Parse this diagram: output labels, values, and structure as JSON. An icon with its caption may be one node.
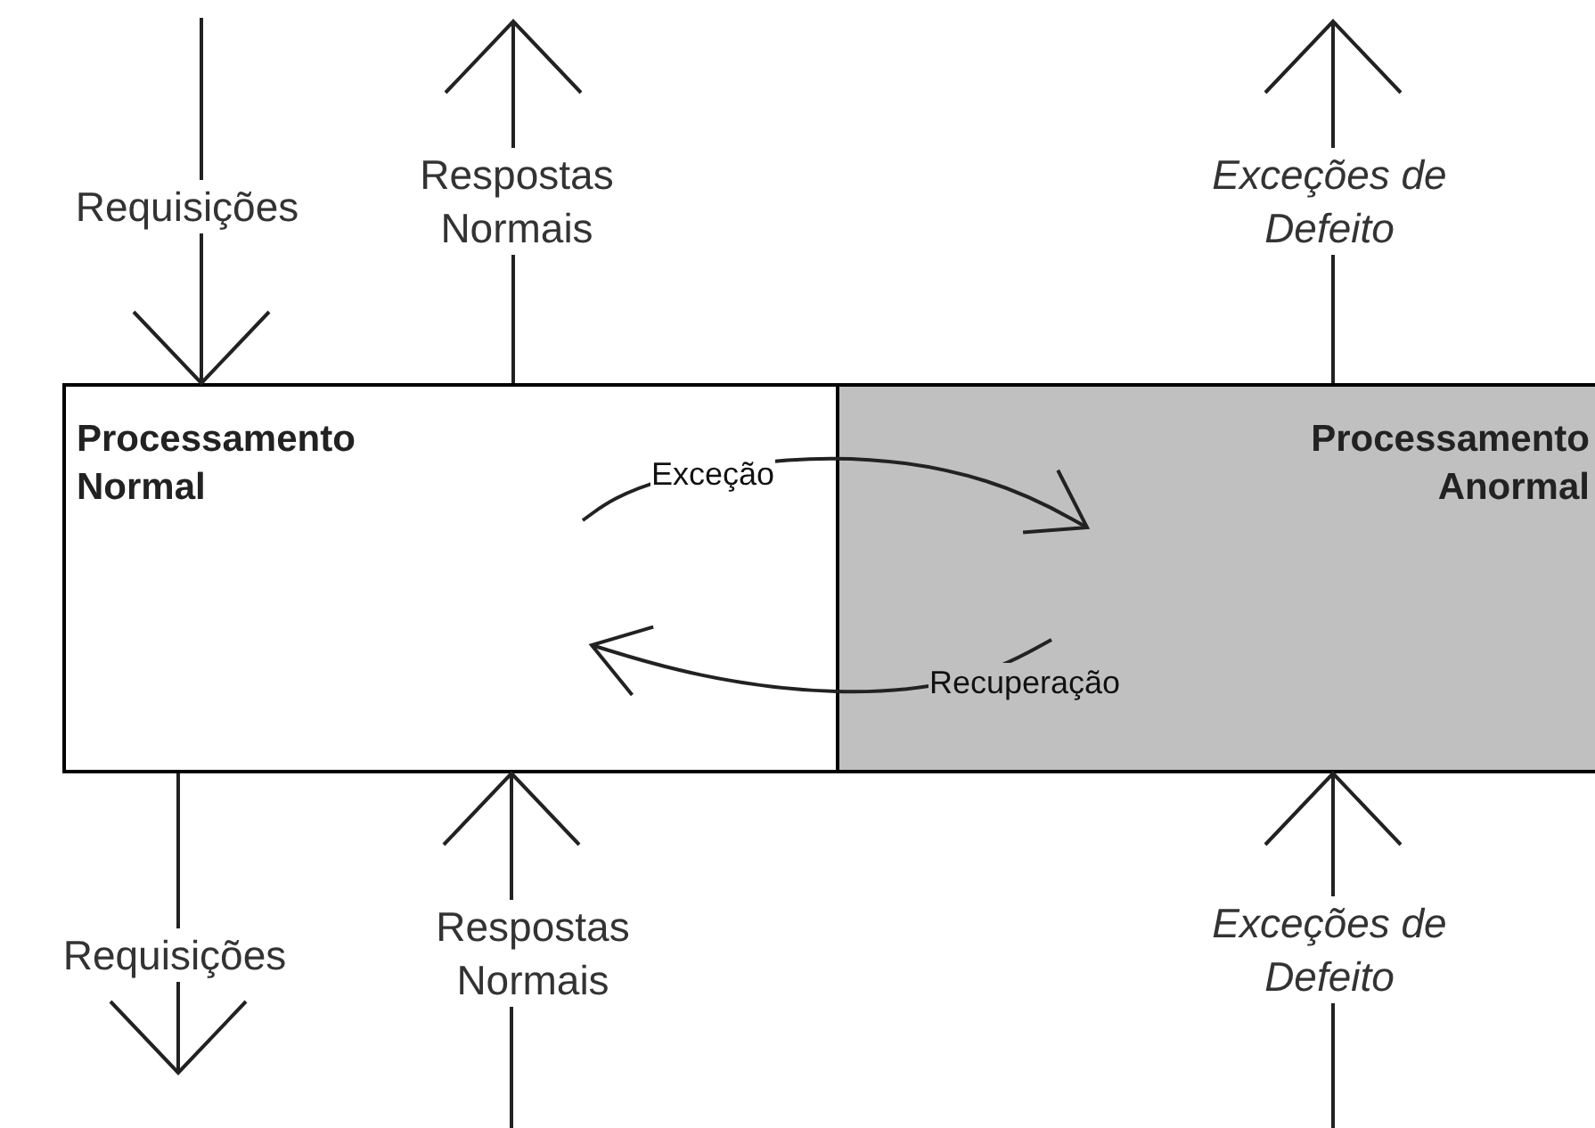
{
  "diagram": {
    "nodes": [
      {
        "text": [
          "Processamento Normal"
        ]
      },
      {
        "text": [
          "Processamento Anormal"
        ]
      }
    ],
    "edges": [
      {
        "from": null,
        "to": 0,
        "arrow": "to",
        "label": "Requisições"
      },
      {
        "from": 0,
        "to": null,
        "arrow": "to",
        "label": "Respostas Normais"
      },
      {
        "from": 1,
        "to": null,
        "arrow": "to",
        "label": "Exceções de Defeito"
      },
      {
        "from": 0,
        "to": null,
        "arrow": "to",
        "label": "Requisições"
      },
      {
        "from": null,
        "to": 0,
        "arrow": "to",
        "label": "Respostas Normais"
      },
      {
        "from": null,
        "to": 1,
        "arrow": "to",
        "label": "Exceções de Defeito"
      },
      {
        "from": 0,
        "to": 1,
        "arrow": "to",
        "label": "Exceção"
      },
      {
        "from": 1,
        "to": 0,
        "arrow": "to",
        "label": "Recuperação"
      }
    ]
  }
}
